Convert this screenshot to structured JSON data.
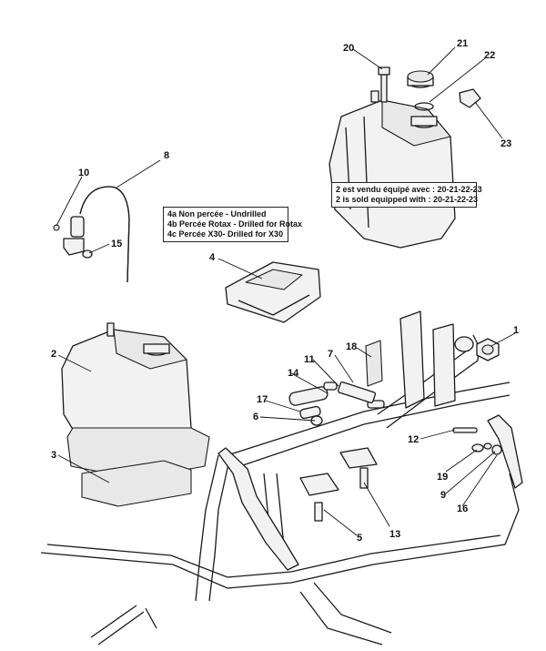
{
  "notes": {
    "variants": [
      "4a Non percée - Undrilled",
      "4b Percée Rotax - Drilled for Rotax",
      "4c Percée X30- Drilled for X30"
    ],
    "kit": [
      "2 est vendu équipé avec : 20-21-22-23",
      "2 is sold equipped with : 20-21-22-23"
    ]
  },
  "callouts": {
    "c1": "1",
    "c2": "2",
    "c3": "3",
    "c4": "4",
    "c5": "5",
    "c6": "6",
    "c7": "7",
    "c8": "8",
    "c9": "9",
    "c10": "10",
    "c11": "11",
    "c12": "12",
    "c13": "13",
    "c14": "14",
    "c15": "15",
    "c16": "16",
    "c17": "17",
    "c18": "18",
    "c19": "19",
    "c20": "20",
    "c21": "21",
    "c22": "22",
    "c23": "23"
  }
}
